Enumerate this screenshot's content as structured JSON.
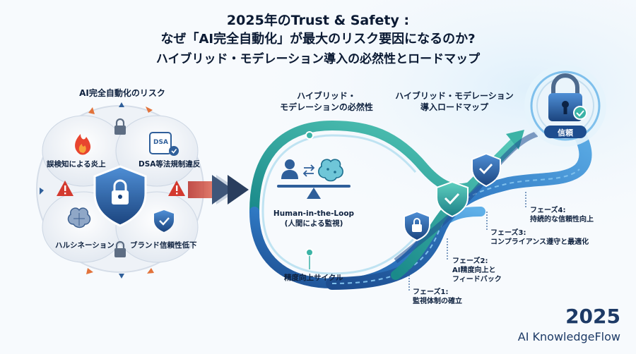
{
  "title": {
    "line1": "2025年のTrust & Safety :",
    "line2": "なぜ「AI完全自動化」が最大のリスク要因になるのか?",
    "line3": "ハイブリッド・モデレーション導入の必然性とロードマップ"
  },
  "risk_section": {
    "heading": "AI完全自動化のリスク",
    "risks": [
      {
        "label": "誤検知による炎上",
        "icon": "flame-icon"
      },
      {
        "label": "DSA等法規制違反",
        "icon": "dsa-document-icon"
      },
      {
        "label": "ハルシネーション",
        "icon": "brain-icon"
      },
      {
        "label": "ブランド信頼性低下",
        "icon": "shield-check-icon"
      }
    ],
    "dsa_badge": "DSA"
  },
  "hybrid_section": {
    "heading_line1": "ハイブリッド・",
    "heading_line2": "モデレーションの必然性",
    "hitl_line1": "Human-in-the-Loop",
    "hitl_line2": "(人間による監視)",
    "cycle_label": "精度向上サイクル"
  },
  "roadmap_section": {
    "heading_line1": "ハイブリッド・モデレーション",
    "heading_line2": "導入ロードマップ",
    "trust_label": "信頼",
    "phases": [
      {
        "title": "フェーズ1:",
        "desc": "監視体制の確立"
      },
      {
        "title": "フェーズ2:",
        "desc": "AI精度向上と",
        "desc2": "フィードバック"
      },
      {
        "title": "フェーズ3:",
        "desc": "コンプライアンス遵守と最適化"
      },
      {
        "title": "フェーズ4:",
        "desc": "持続的な信頼性向上"
      }
    ]
  },
  "brand": {
    "year": "2025",
    "name": "AI KnowledgeFlow"
  },
  "colors": {
    "navy": "#1d3a66",
    "blue": "#2f6fb5",
    "teal": "#3bb3a6",
    "red": "#c8362e",
    "light_blue": "#bfe3f2"
  }
}
